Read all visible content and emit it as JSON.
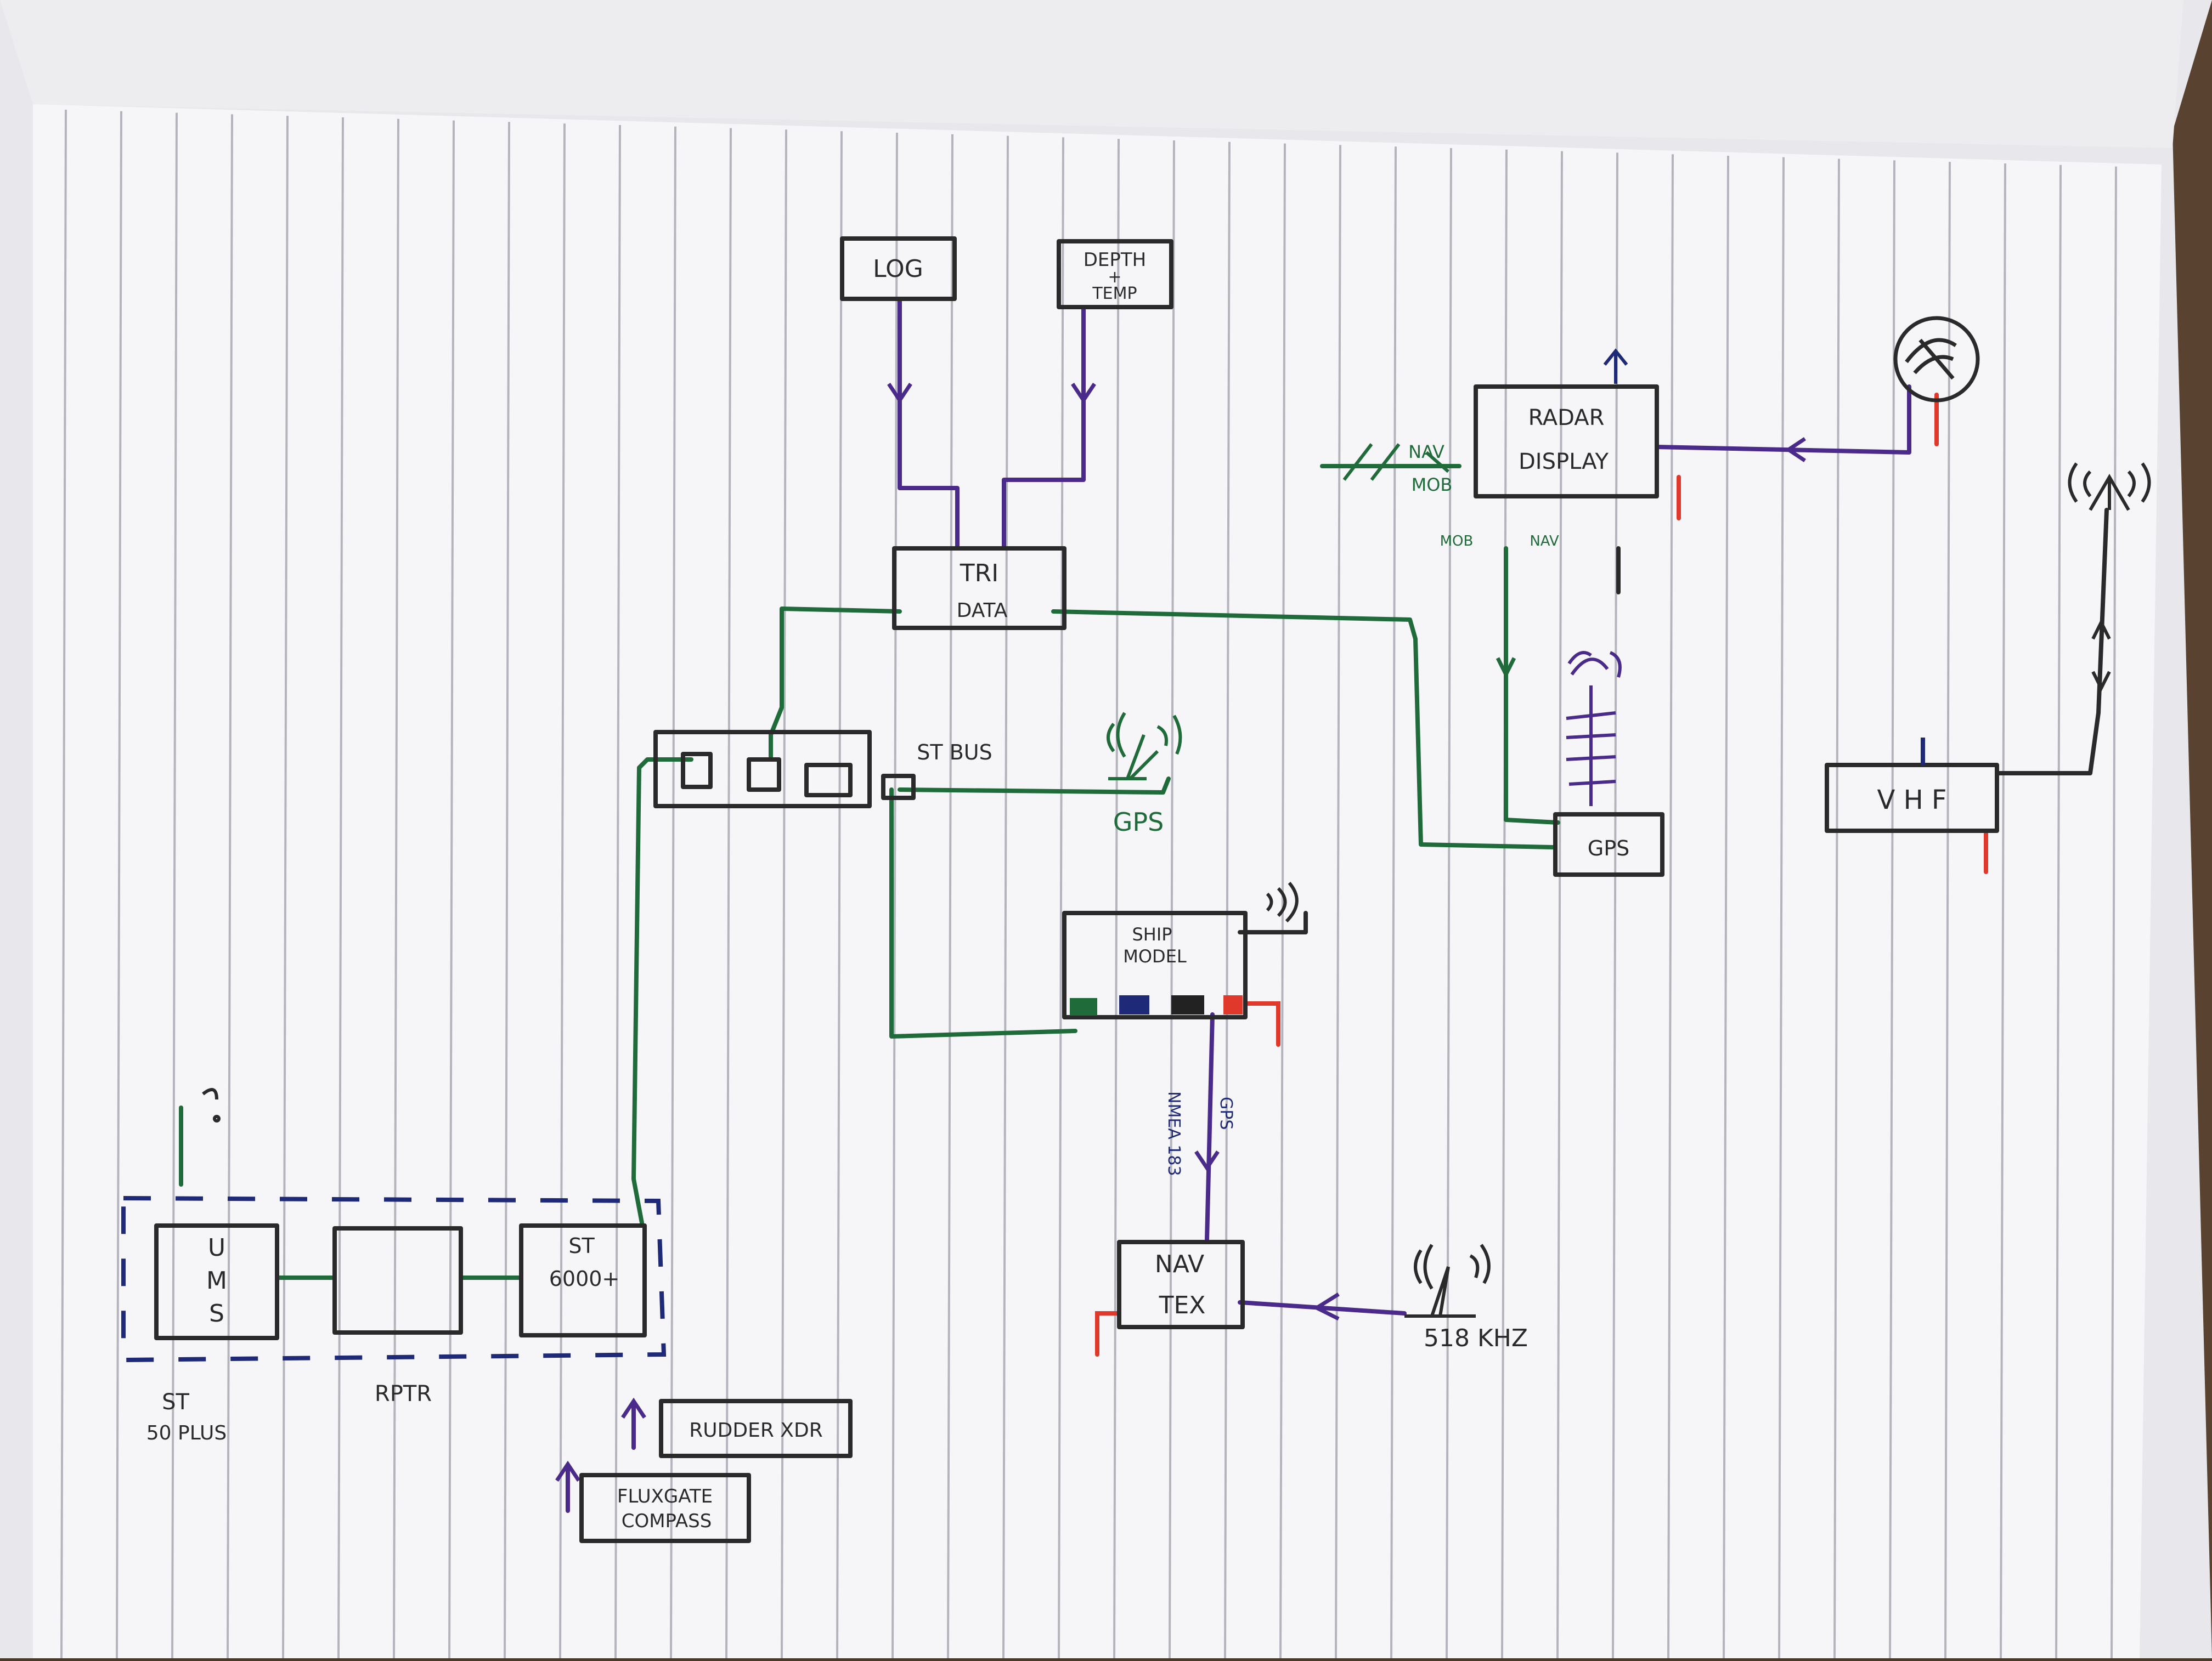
{
  "colors": {
    "paper": "#f6f6f8",
    "rule": "#b4b4bc",
    "ink": "#2a2a2a",
    "green": "#1f6b3a",
    "purple": "#4a2a8a",
    "navy": "#1e2a78",
    "red": "#e0382a",
    "table": "#5a4230"
  },
  "nodes": {
    "log": "LOG",
    "depth_temp": [
      "DEPTH",
      "+",
      "TEMP"
    ],
    "tri_data": [
      "TRI",
      "DATA"
    ],
    "radar_display": [
      "RADAR",
      "DISPLAY"
    ],
    "st_bus": "ST BUS",
    "gps_antenna": "GPS",
    "gps_box": "GPS",
    "ship_model": [
      "SHIP",
      "MODEL"
    ],
    "vhf": "V   H   F",
    "navtex": [
      "NAV",
      "TEX"
    ],
    "freq": "518 KHZ",
    "ums": [
      "U",
      "M",
      "S"
    ],
    "rptr": "RPTR",
    "st_6000": [
      "ST",
      "6000+"
    ],
    "st_50_plus": [
      "ST",
      "50 PLUS"
    ],
    "rudder_xdr": "RUDDER XDR",
    "fluxgate_compass": [
      "FLUXGATE",
      "COMPASS"
    ],
    "nav_mob": [
      "NAV",
      "MOB"
    ],
    "mob_label": "MOB",
    "nav_label": "NAV",
    "nmea_label": "NMEA 183",
    "gps_label": "GPS"
  }
}
